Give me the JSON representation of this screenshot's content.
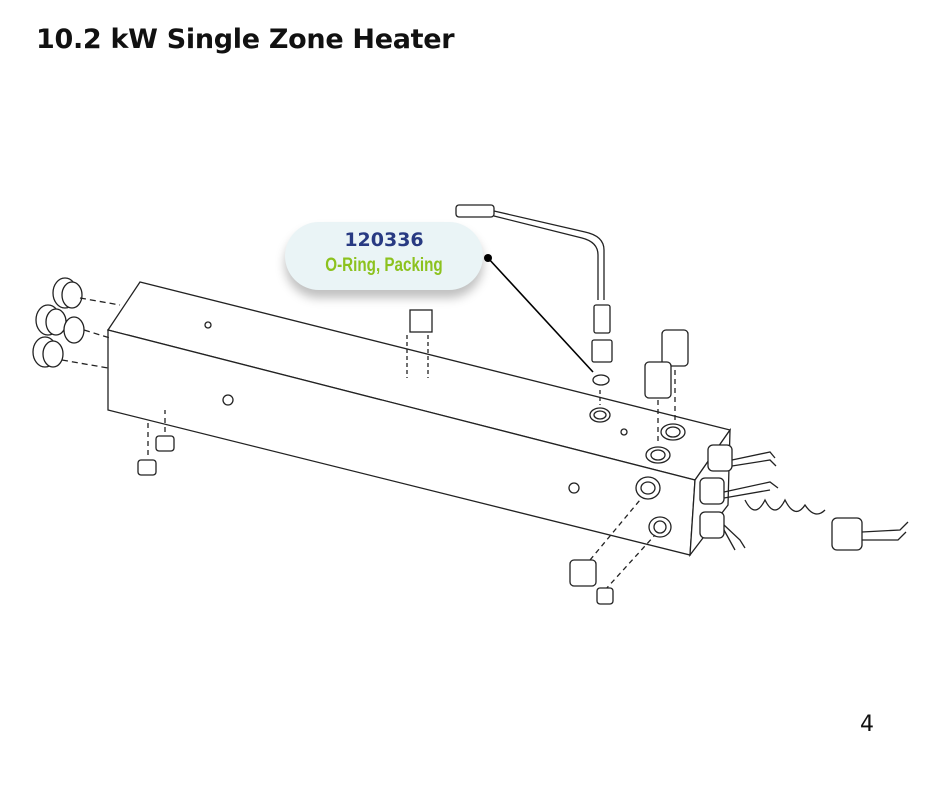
{
  "page": {
    "title": "10.2 kW Single Zone Heater",
    "page_number": "4"
  },
  "callout": {
    "part_number": "120336",
    "part_name": "O-Ring, Packing"
  },
  "colors": {
    "part_number": "#283a82",
    "part_name": "#8cc21e",
    "callout_bg": "#eaf4f6"
  }
}
